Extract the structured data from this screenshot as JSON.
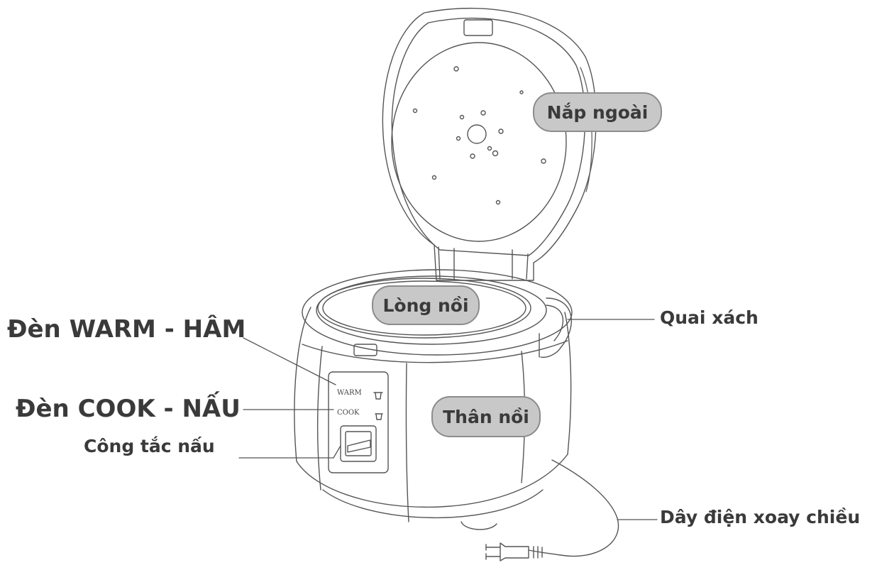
{
  "labels": {
    "warm_light": "Đèn WARM - HÂM",
    "cook_light": "Đèn COOK - NẤU",
    "cook_switch": "Công tắc nấu",
    "handle": "Quai xách",
    "power_cord": "Dây điện xoay chiều"
  },
  "callouts": {
    "outer_lid": "Nắp ngoài",
    "inner_pot": "Lòng nồi",
    "body": "Thân nồi"
  },
  "panel": {
    "warm": "WARM",
    "cook": "COOK"
  },
  "colors": {
    "line": "#555555",
    "pill_fill": "#c8c8c8",
    "pill_border": "#8c8c8c",
    "text": "#3a3a3a"
  }
}
